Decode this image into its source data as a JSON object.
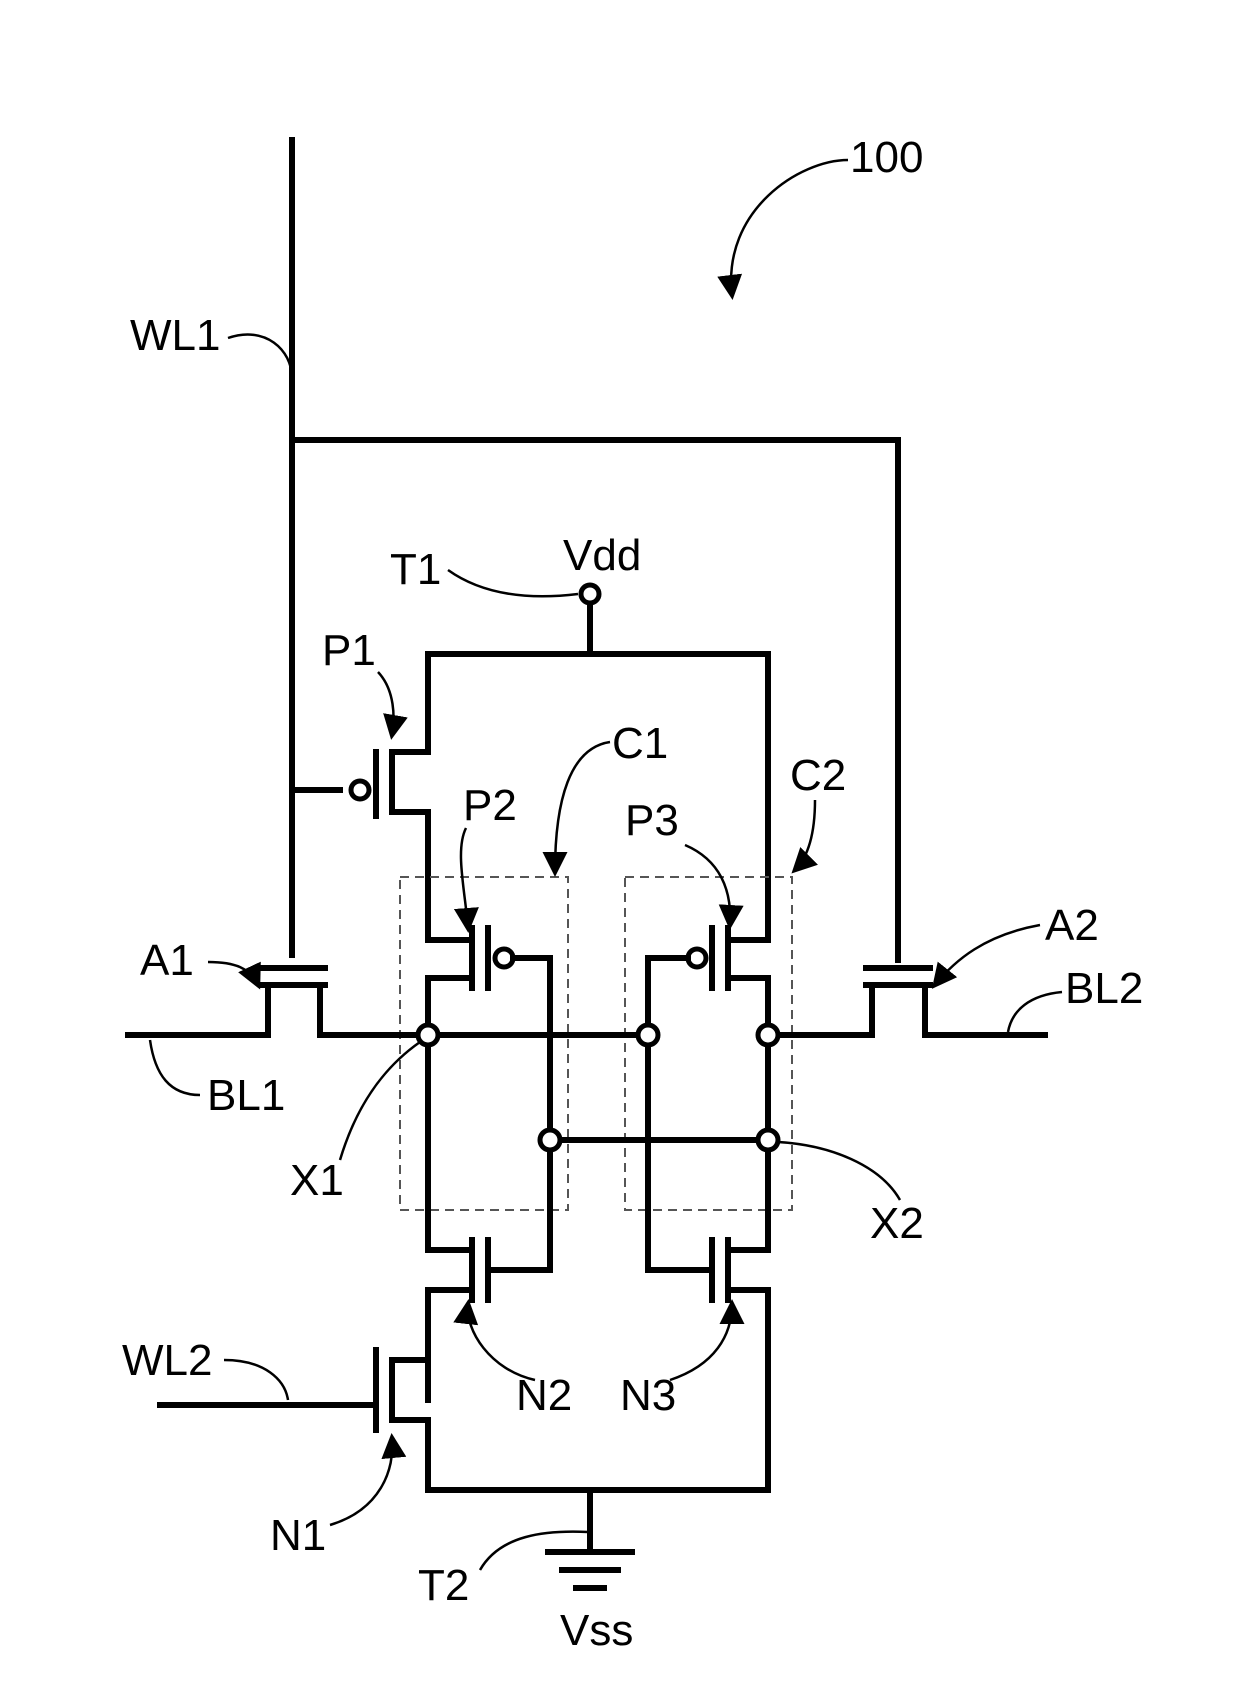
{
  "figure_number": "100",
  "labels": {
    "wl1": "WL1",
    "wl2": "WL2",
    "bl1": "BL1",
    "bl2": "BL2",
    "t1": "T1",
    "t2": "T2",
    "vdd": "Vdd",
    "vss": "Vss",
    "p1": "P1",
    "p2": "P2",
    "p3": "P3",
    "n1": "N1",
    "n2": "N2",
    "n3": "N3",
    "a1": "A1",
    "a2": "A2",
    "c1": "C1",
    "c2": "C2",
    "x1": "X1",
    "x2": "X2"
  },
  "colors": {
    "line": "#000000",
    "background": "#ffffff",
    "dashed_box": "#555555"
  }
}
